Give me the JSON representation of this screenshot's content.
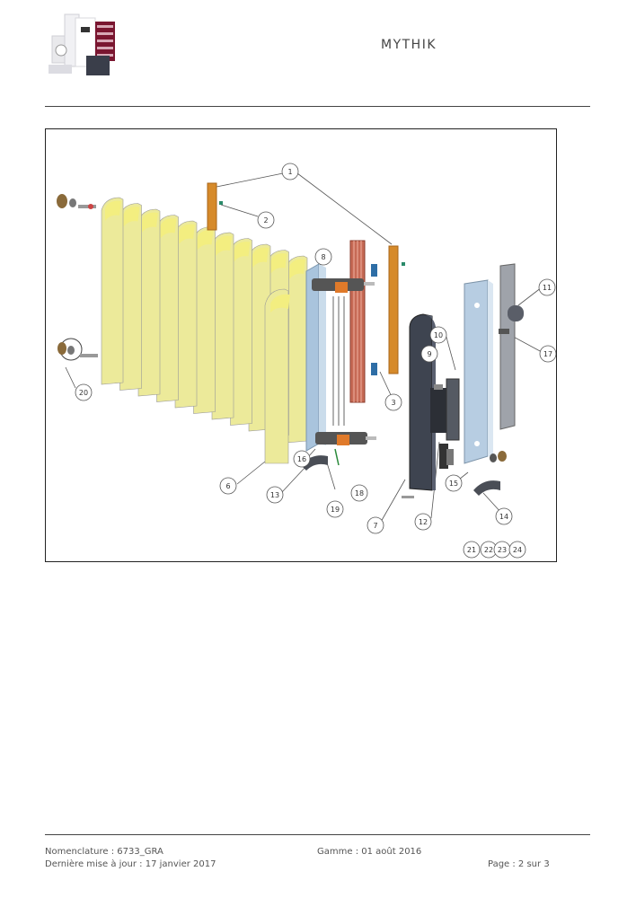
{
  "header": {
    "brand": "MYTHIK"
  },
  "diagram": {
    "callouts": [
      "1",
      "2",
      "3",
      "6",
      "7",
      "8",
      "9",
      "10",
      "11",
      "12",
      "13",
      "14",
      "15",
      "16",
      "17",
      "18",
      "19",
      "20",
      "21",
      "22",
      "23",
      "24"
    ]
  },
  "footer": {
    "nomenclature": "Nomenclature : 6733_GRA",
    "updated": "Dernière mise à jour : 17 janvier 2017",
    "range": "Gamme : 01 août 2016",
    "page": "Page : 2 sur 3"
  }
}
